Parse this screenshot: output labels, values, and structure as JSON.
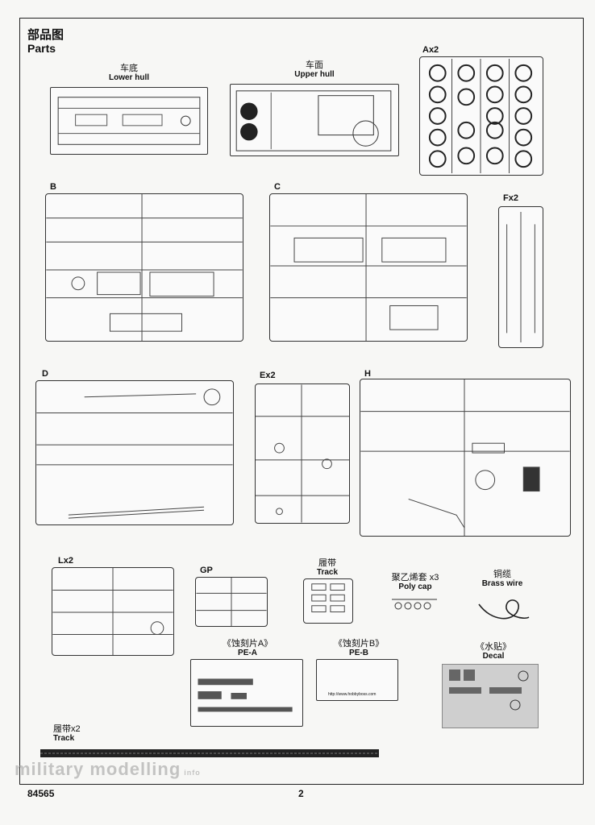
{
  "header": {
    "title_cn": "部品图",
    "title_en": "Parts"
  },
  "parts": {
    "lower_hull": {
      "cn": "车底",
      "en": "Lower hull"
    },
    "upper_hull": {
      "cn": "车面",
      "en": "Upper hull"
    },
    "ax2": "Ax2",
    "b": "B",
    "c": "C",
    "fx2": "Fx2",
    "d": "D",
    "ex2": "Ex2",
    "h": "H",
    "lx2": "Lx2",
    "gp": "GP",
    "track_small": {
      "cn": "履带",
      "en": "Track"
    },
    "poly_cap": {
      "cn": "聚乙烯套 x3",
      "en": "Poly cap"
    },
    "brass_wire": {
      "cn": "铜缆",
      "en": "Brass wire"
    },
    "pe_a": {
      "cn": "《蚀刻片A》",
      "en": "PE-A"
    },
    "pe_b": {
      "cn": "《蚀刻片B》",
      "en": "PE-B"
    },
    "decal": {
      "cn": "《水贴》",
      "en": "Decal"
    },
    "track_x2": {
      "cn": "履带x2",
      "en": "Track"
    }
  },
  "pe_b_url": "http://www.hobbyboss.com",
  "footer": {
    "code": "84565",
    "page": "2"
  },
  "watermark": {
    "main": "military modelling",
    "sub": "info"
  }
}
